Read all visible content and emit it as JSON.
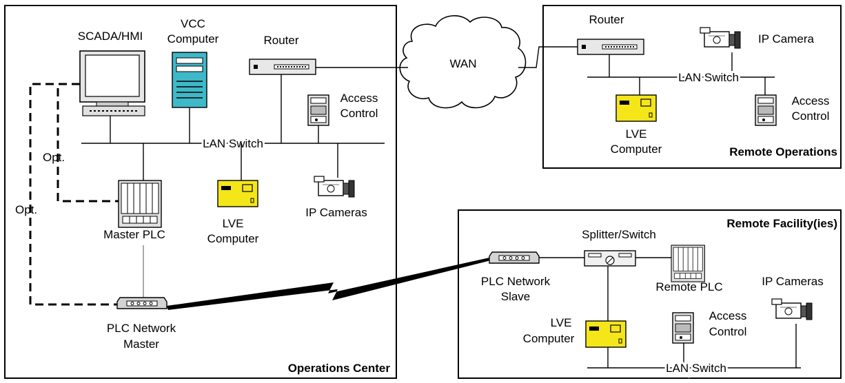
{
  "colors": {
    "lve_yellow": "#f5e61a",
    "vcc_cyan": "#3fb8c8",
    "device_gray": "#d8d8d8",
    "outline": "#000000"
  },
  "regions": {
    "operations_center": "Operations Center",
    "remote_operations": "Remote Operations",
    "remote_facility": "Remote Facility(ies)"
  },
  "cloud": {
    "label": "WAN"
  },
  "ops": {
    "scada_label": "SCADA/HMI",
    "vcc_line1": "VCC",
    "vcc_line2": "Computer",
    "router_label": "Router",
    "access_line1": "Access",
    "access_line2": "Control",
    "switch_label": "LAN Switch",
    "opt_label_1": "Opt.",
    "opt_label_2": "Opt.",
    "master_plc_label": "Master PLC",
    "lve_line1": "LVE",
    "lve_line2": "Computer",
    "cameras_label": "IP Cameras",
    "plc_master_line1": "PLC Network",
    "plc_master_line2": "Master"
  },
  "remote_ops": {
    "router_label": "Router",
    "camera_label": "IP Camera",
    "switch_label": "LAN Switch",
    "access_line1": "Access",
    "access_line2": "Control",
    "lve_line1": "LVE",
    "lve_line2": "Computer"
  },
  "facility": {
    "splitter_label": "Splitter/Switch",
    "plc_slave_line1": "PLC Network",
    "plc_slave_line2": "Slave",
    "remote_plc_label": "Remote PLC",
    "cameras_label": "IP Cameras",
    "lve_line1": "LVE",
    "lve_line2": "Computer",
    "access_line1": "Access",
    "access_line2": "Control",
    "switch_label": "LAN Switch"
  },
  "icons": {
    "monitor": "monitor-icon",
    "tower": "computer-tower-icon",
    "router": "router-icon",
    "access": "access-control-icon",
    "camera": "video-camera-icon",
    "plc": "plc-rack-icon",
    "lve": "lve-computer-icon",
    "network": "plc-network-module-icon",
    "splitter": "splitter-switch-icon",
    "cloud": "cloud-icon",
    "link": "wireless-link-icon"
  }
}
